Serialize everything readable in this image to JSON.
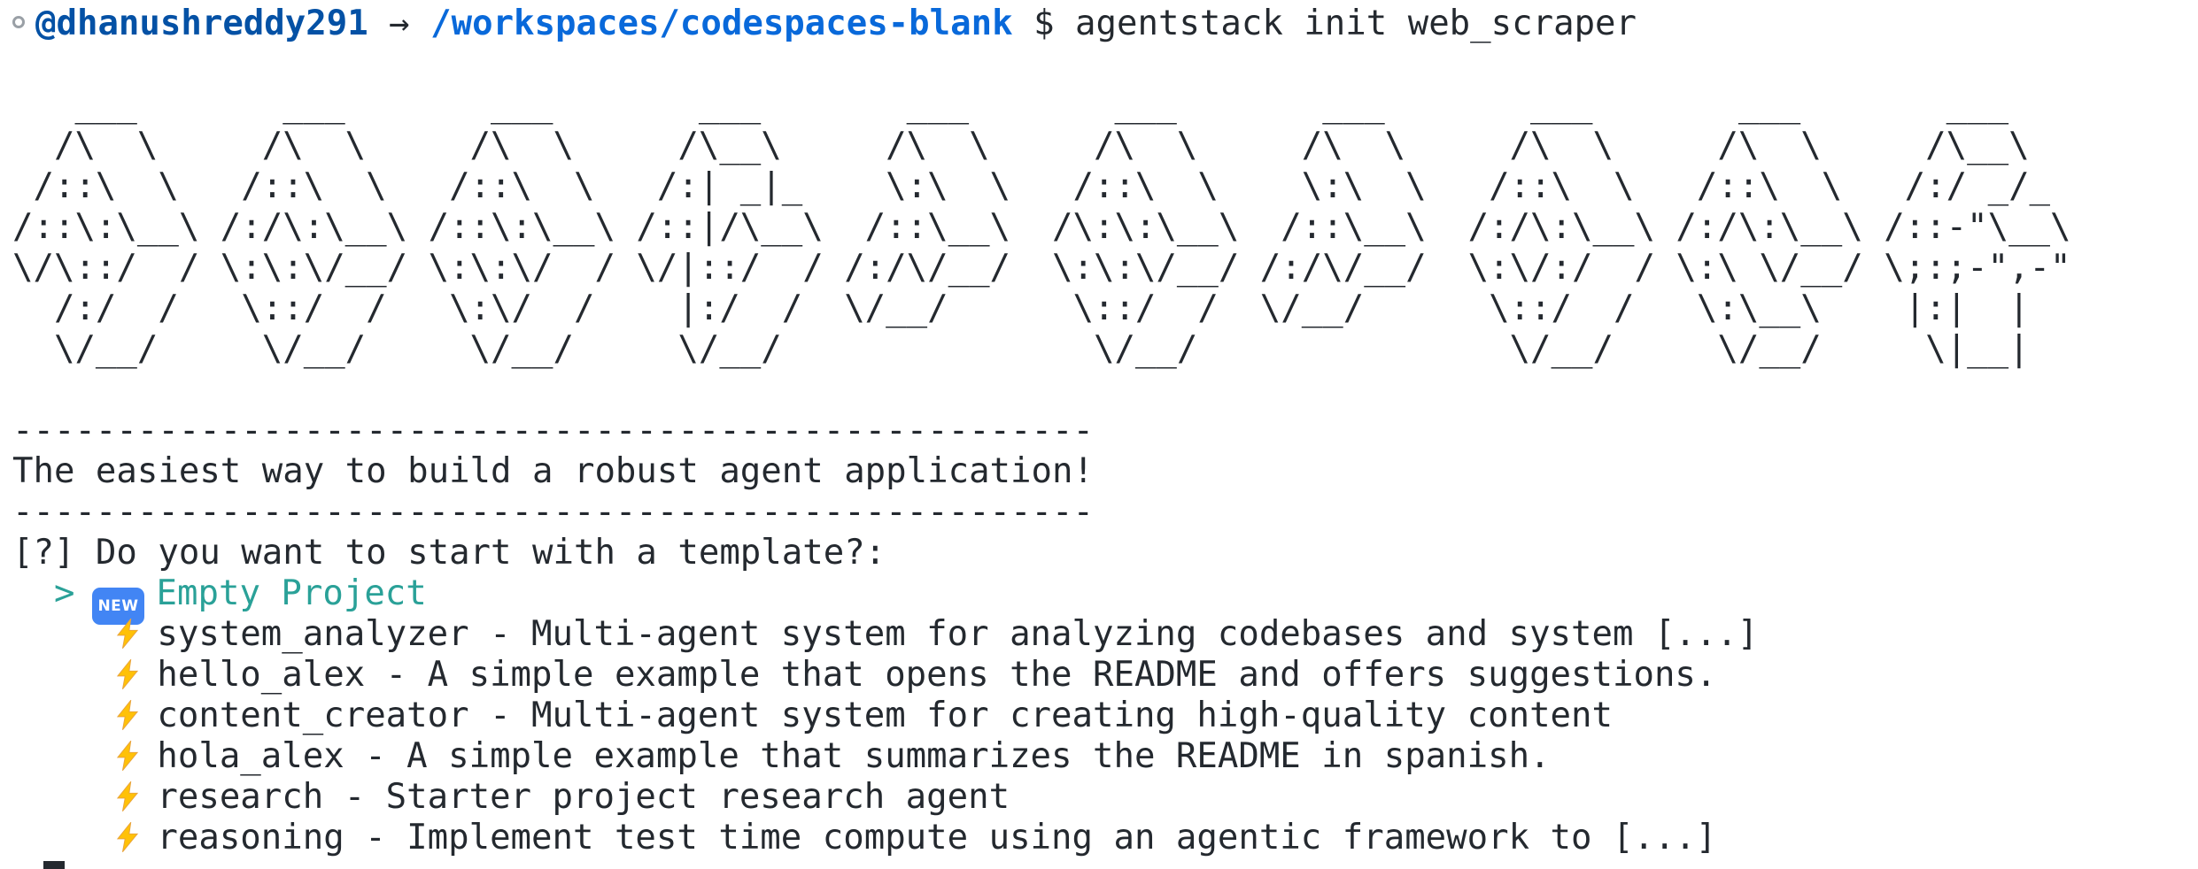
{
  "prompt": {
    "circle_icon": "open-circle",
    "username": "@dhanushreddy291",
    "separator": " → ",
    "path": "/workspaces/codespaces-blank",
    "command_prefix": " $ ",
    "command": "agentstack init web_scraper"
  },
  "banner": {
    "ascii_logo_text": "AGENTSTACK",
    "ascii": [
      "   ___       ___       ___       ___       ___       ___       ___       ___       ___       ___",
      "  /\\  \\     /\\  \\     /\\  \\     /\\__\\     /\\  \\     /\\  \\     /\\  \\     /\\  \\     /\\  \\     /\\__\\",
      " /::\\  \\   /::\\  \\   /::\\  \\   /:| _|_    \\:\\  \\   /::\\  \\    \\:\\  \\   /::\\  \\   /::\\  \\   /:/ _/_",
      "/::\\:\\__\\ /:/\\:\\__\\ /::\\:\\__\\ /::|/\\__\\  /::\\__\\  /\\:\\:\\__\\  /::\\__\\  /:/\\:\\__\\ /:/\\:\\__\\ /::-\"\\__\\",
      "\\/\\::/  / \\:\\:\\/__/ \\:\\:\\/  / \\/|::/  / /:/\\/__/  \\:\\:\\/__/ /:/\\/__/  \\:\\/:/  / \\:\\ \\/__/ \\;:;-\",-\"",
      "  /:/  /   \\::/  /   \\:\\/  /    |:/  /  \\/__/      \\::/  /  \\/__/      \\::/  /   \\:\\__\\    |:|  |",
      "  \\/__/     \\/__/     \\/__/     \\/__/               \\/__/               \\/__/     \\/__/     \\|__|"
    ],
    "divider": "----------------------------------------------------",
    "tagline": "The easiest way to build a robust agent application!"
  },
  "wizard": {
    "question": "[?] Do you want to start with a template?:",
    "pointer": ">",
    "selected": {
      "badge": "NEW",
      "label": "Empty Project"
    },
    "options": [
      {
        "text": "system_analyzer - Multi-agent system for analyzing codebases and system [...]"
      },
      {
        "text": "hello_alex - A simple example that opens the README and offers suggestions."
      },
      {
        "text": "content_creator - Multi-agent system for creating high-quality content"
      },
      {
        "text": "hola_alex - A simple example that summarizes the README in spanish."
      },
      {
        "text": "research - Starter project research agent"
      },
      {
        "text": "reasoning - Implement test time compute using an agentic framework to [...]"
      }
    ]
  },
  "colors": {
    "background": "#ffffff",
    "text": "#24292f",
    "username_blue": "#0451a5",
    "path_blue": "#0969da",
    "selection_teal": "#2aa198",
    "bolt_gold": "#ffc107",
    "badge_blue": "#4285f4"
  }
}
